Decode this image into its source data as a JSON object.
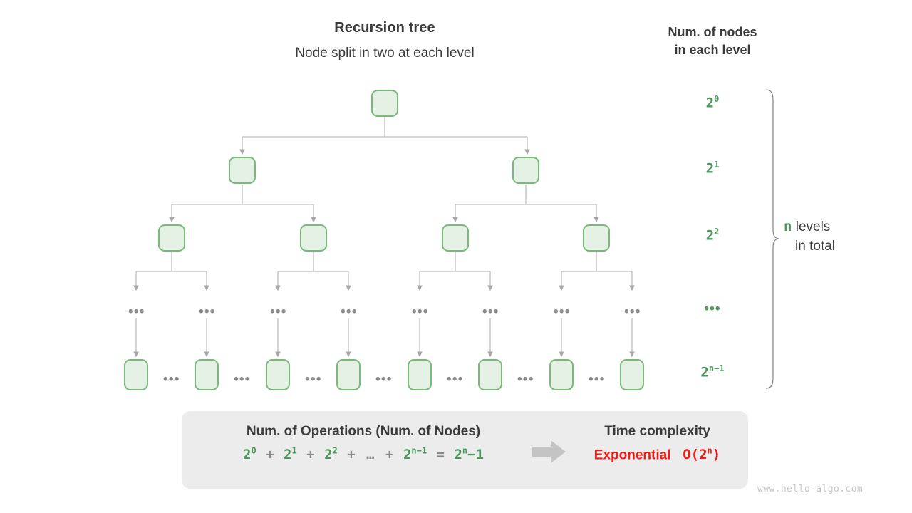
{
  "headings": {
    "title": "Recursion tree",
    "subtitle": "Node split in two at each level",
    "right_line1": "Num. of nodes",
    "right_line2": "in each level"
  },
  "level_labels": [
    {
      "base": "2",
      "exp": "0"
    },
    {
      "base": "2",
      "exp": "1"
    },
    {
      "base": "2",
      "exp": "2"
    },
    {
      "base": "…",
      "exp": ""
    },
    {
      "base": "2",
      "exp": "n−1"
    }
  ],
  "brace_annotation": {
    "count": "n",
    "line1": "levels",
    "line2": "in total"
  },
  "ellipsis": "•••",
  "summary": {
    "left_heading": "Num. of Operations (Num. of Nodes)",
    "formula": {
      "t1_base": "2",
      "t1_exp": "0",
      "plus1": "+",
      "t2_base": "2",
      "t2_exp": "1",
      "plus2": "+",
      "t3_base": "2",
      "t3_exp": "2",
      "plus3": "+",
      "dots": "…",
      "plus4": "+",
      "t4_base": "2",
      "t4_exp": "n−1",
      "equals": "=",
      "result_base": "2",
      "result_exp": "n",
      "result_tail": "−1"
    },
    "right_heading": "Time complexity",
    "right_value_word": "Exponential",
    "right_value_big_o": "O(2",
    "right_value_exp": "n",
    "right_value_close": ")",
    "arrow_icon": "right-arrow-icon"
  },
  "watermark": "www.hello-algo.com",
  "colors": {
    "green": "#4a9a5c",
    "node_fill": "#e5f1e4",
    "node_border": "#79b97a",
    "edge": "#a8a8a8",
    "red": "#ef1c15",
    "box_bg": "#ececec",
    "text": "#3b3b3b"
  },
  "chart_data": {
    "type": "diagram",
    "title": "Recursion tree",
    "nodes_per_level": [
      1,
      2,
      4,
      "...",
      "2^(n-1)"
    ],
    "levels": 5,
    "total_operations": "2^0 + 2^1 + 2^2 + ... + 2^(n-1) = 2^n - 1",
    "complexity": "O(2^n)"
  }
}
